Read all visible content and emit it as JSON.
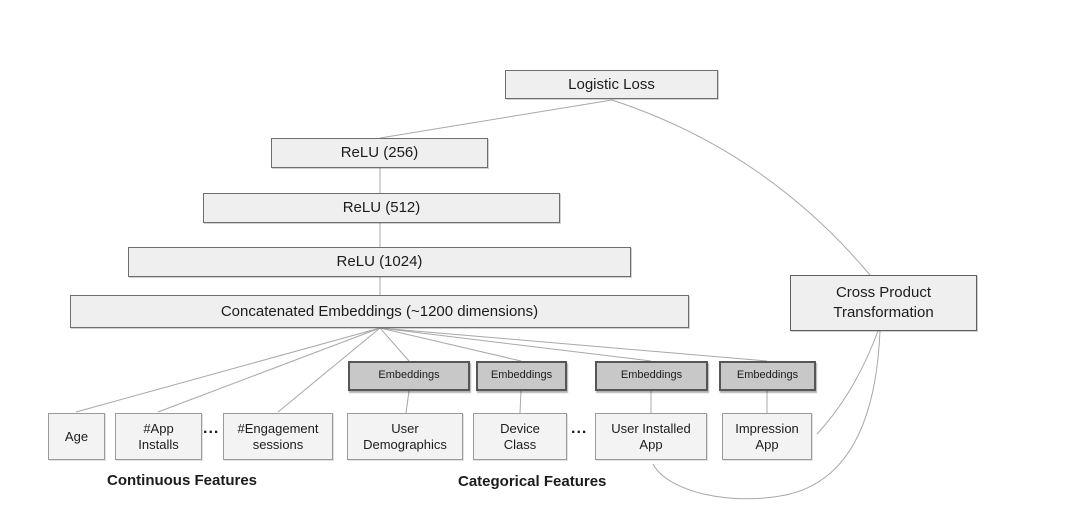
{
  "diagram": {
    "nodes": {
      "logistic_loss": "Logistic Loss",
      "relu_256": "ReLU (256)",
      "relu_512": "ReLU (512)",
      "relu_1024": "ReLU (1024)",
      "concatenated_embeddings": "Concatenated Embeddings (~1200 dimensions)",
      "cross_product_transformation": "Cross Product\nTransformation"
    },
    "embeddings": [
      "Embeddings",
      "Embeddings",
      "Embeddings",
      "Embeddings"
    ],
    "features": {
      "age": "Age",
      "app_installs": "#App\nInstalls",
      "engagement_sessions": "#Engagement\nsessions",
      "user_demographics": "User\nDemographics",
      "device_class": "Device\nClass",
      "user_installed_app": "User Installed\nApp",
      "impression_app": "Impression\nApp"
    },
    "ellipses": [
      "...",
      "..."
    ],
    "group_labels": {
      "continuous": "Continuous Features",
      "categorical": "Categorical Features"
    },
    "colors": {
      "edge": "#a8a8a8",
      "layer_fill": "#efefef",
      "layer_border": "#6e6e6e",
      "embedding_fill": "#c8c8c8",
      "embedding_border": "#565656",
      "feature_fill": "#f3f3f3",
      "feature_border": "#9a9a9a",
      "text": "#1c1c1c"
    }
  }
}
